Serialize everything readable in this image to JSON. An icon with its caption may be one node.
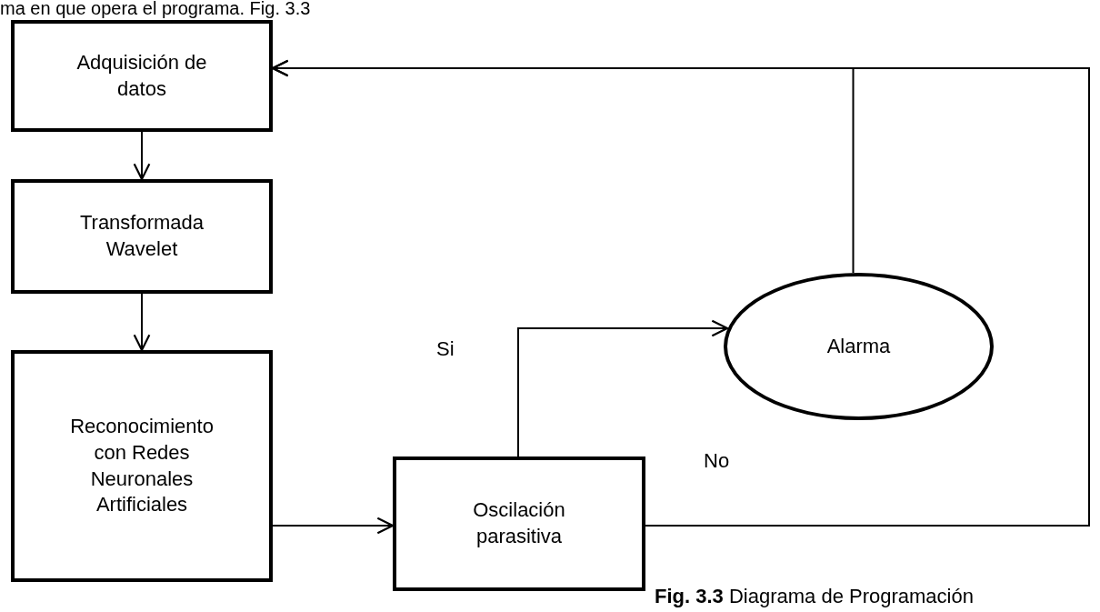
{
  "diagram": {
    "caption": "**Fig. 3.3** Diagrama de Programación",
    "nodes": [
      {
        "text": [
          "Adquisición de datos"
        ]
      },
      {
        "text": [
          "Transformada Wavelet"
        ]
      },
      {
        "text": [
          "Reconocimiento con Redes Neuronales Artificiales"
        ]
      },
      {
        "text": [
          "Oscilación parasitiva"
        ]
      },
      {
        "text": [
          "Alarma"
        ]
      }
    ],
    "edges": [
      {
        "from": 0,
        "to": 1,
        "arrow": "to"
      },
      {
        "from": 1,
        "to": 2,
        "arrow": "to"
      },
      {
        "from": 2,
        "to": 3,
        "arrow": "to"
      },
      {
        "from": 3,
        "to": 4,
        "arrow": "to",
        "label": "Si"
      },
      {
        "from": 3,
        "to": 0,
        "arrow": "to",
        "label": "No"
      },
      {
        "from": 4,
        "to": 0,
        "arrow": "to"
      }
    ],
    "labels": [
      "ma en que opera el programa. Fig. 3.3"
    ]
  }
}
